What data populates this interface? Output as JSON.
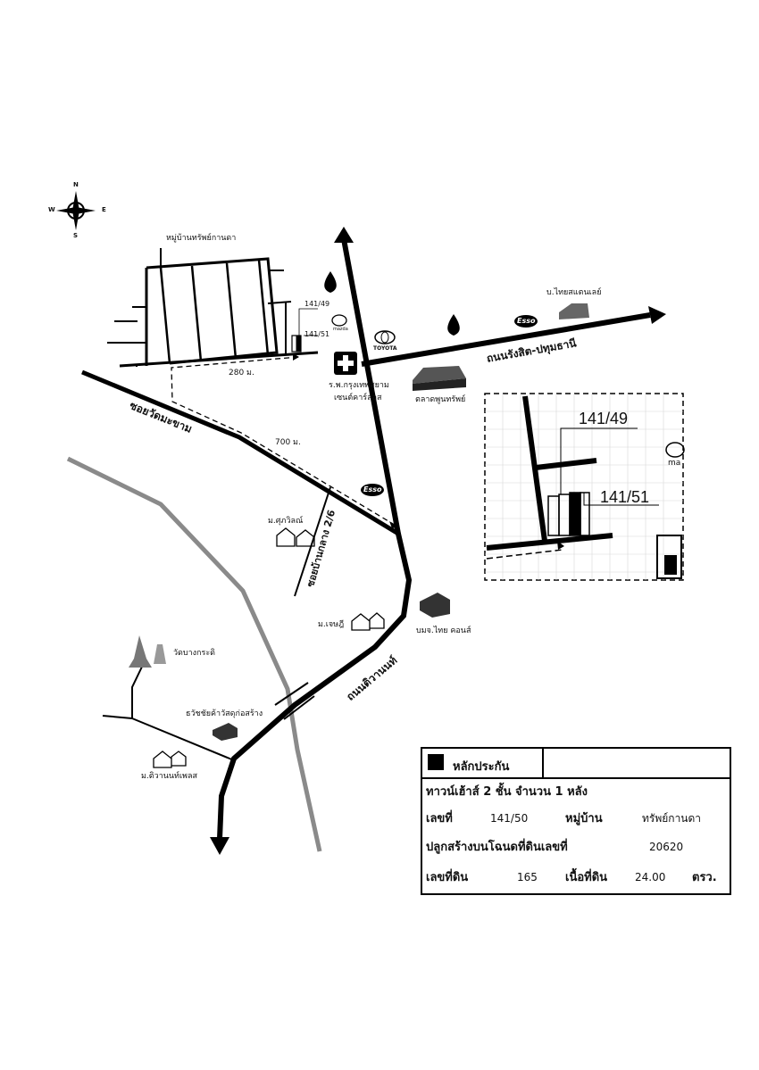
{
  "compass": {
    "n": "N",
    "s": "S",
    "e": "E",
    "w": "W"
  },
  "labels": {
    "village_top": "หมู่บ้านทรัพย์กานดา",
    "unit_4149": "141/49",
    "unit_4151": "141/51",
    "dist_280": "280 ม.",
    "dist_700": "700 ม.",
    "soi_watmaekham": "ซอยวัดมะขาม",
    "soi_baanklang": "ซอยบ้านกลาง 2/6",
    "rd_rangsit": "ถนนรังสิต-ปทุมธานี",
    "rd_tiwanon": "ถนนติวานนท์",
    "hospital_l1": "ร.พ.กรุงเทพสยาม",
    "hospital_l2": "เซนต์คาร์ลอส",
    "market": "ตลาดพูนทรัพย์",
    "thai_stanley": "บ.ไทยสแตนเลย์",
    "toyota": "TOYOTA",
    "mazda": "mazda",
    "esso": "Esso",
    "mb_sukrawin": "ม.ศุภวิลณ์",
    "mb_jetsdi": "ม.เจษฎี",
    "thai_cons": "บมจ.ไทย คอนส์",
    "wat_bangkradi": "วัดบางกระดิ",
    "material_shop": "ธวัชชัยค้าวัสดุก่อสร้าง",
    "mb_tiwanon_place": "ม.ติวานนท์เพลส",
    "inset_4149": "141/49",
    "inset_4151": "141/51",
    "inset_ma": "ma"
  },
  "info": {
    "title": "หลักประกัน",
    "type": "ทาวน์เฮ้าส์ 2 ชั้น จำนวน 1 หลัง",
    "no_label": "เลขที่",
    "no_value": "141/50",
    "village_label": "หมู่บ้าน",
    "village_value": "ทรัพย์กานดา",
    "deed_label": "ปลูกสร้างบนโฉนดที่ดินเลขที่",
    "deed_value": "20620",
    "land_no_label": "เลขที่ดิน",
    "land_no_value": "165",
    "area_label": "เนื้อที่ดิน",
    "area_value": "24.00",
    "area_unit": "ตรว."
  }
}
